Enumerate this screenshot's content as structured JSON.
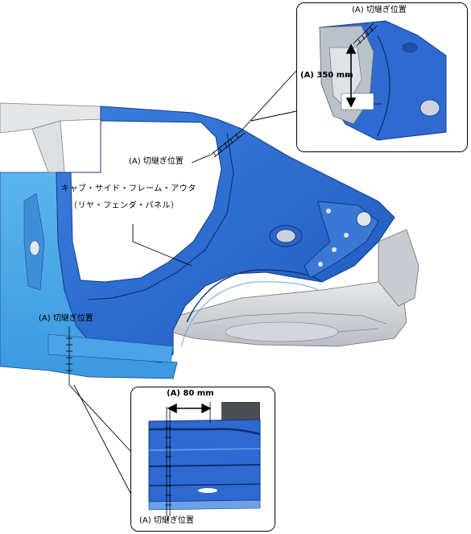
{
  "labels": {
    "cut_position_top": "(A) 切継ぎ位置",
    "cut_position_mid": "(A) 切継ぎ位置",
    "cut_position_left": "(A) 切継ぎ位置",
    "cut_position_bottom": "(A) 切継ぎ位置",
    "dim_350": "(A) 350 mm",
    "dim_80": "(A) 80 mm",
    "part_name_line1": "キャブ・サイド・フレーム・アウタ",
    "part_name_line2": "（リヤ・フェンダ・パネル）"
  },
  "colors": {
    "panel_blue": "#2f6fd3",
    "panel_light_blue": "#4aa8e6",
    "gray_structure": "#cfd3d8",
    "outline": "#000000"
  }
}
